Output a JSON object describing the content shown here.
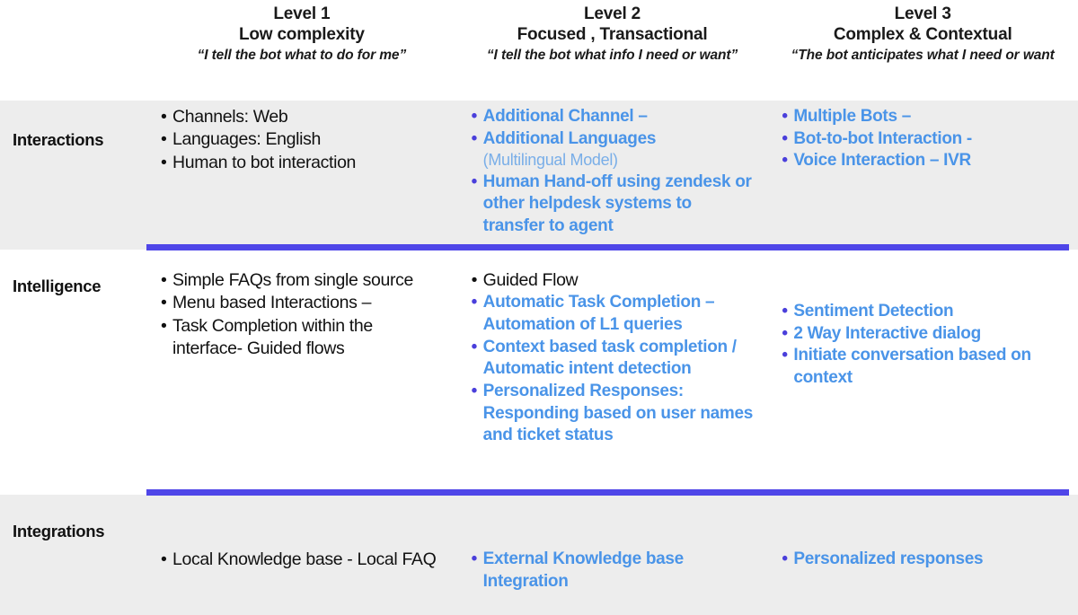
{
  "colors": {
    "divider": "#4f46e8",
    "band_background": "#ededed",
    "page_background": "#ffffff",
    "blue_text": "#4a94e8",
    "blue_bullet": "#4a3fdb",
    "light_blue_text": "#79aee8",
    "black_text": "#111111"
  },
  "header": {
    "columns": [
      {
        "level": "Level 1",
        "subtitle": "Low complexity",
        "quote": "“I tell the bot what to do for me”"
      },
      {
        "level": "Level 2",
        "subtitle": "Focused , Transactional",
        "quote": "“I tell the bot what info I need or want”"
      },
      {
        "level": "Level 3",
        "subtitle": "Complex & Contextual",
        "quote": "“The bot anticipates what I need or want"
      }
    ]
  },
  "rows": [
    {
      "label": "Interactions",
      "level1": [
        {
          "text": "Channels: Web",
          "style": "black"
        },
        {
          "text": "Languages: English",
          "style": "black"
        },
        {
          "text": "Human to bot interaction",
          "style": "black"
        }
      ],
      "level2": [
        {
          "text": "Additional Channel –",
          "style": "blue"
        },
        {
          "text": "Additional Languages",
          "style": "blue"
        },
        {
          "text": "(Multilingual Model)",
          "style": "subline"
        },
        {
          "text": "Human Hand-off using zendesk or other helpdesk systems to transfer to agent",
          "style": "blue"
        }
      ],
      "level3": [
        {
          "text": "Multiple Bots –",
          "style": "blue"
        },
        {
          "text": "Bot-to-bot Interaction -",
          "style": "blue"
        },
        {
          "text": "Voice Interaction – IVR",
          "style": "blue"
        }
      ]
    },
    {
      "label": "Intelligence",
      "level1": [
        {
          "text": "Simple FAQs  from single source",
          "style": "black"
        },
        {
          "text": "Menu based Interactions –",
          "style": "black"
        },
        {
          "text": "Task Completion within the interface-  Guided flows",
          "style": "black"
        }
      ],
      "level2": [
        {
          "text": "Guided Flow",
          "style": "black"
        },
        {
          "text": "Automatic Task Completion – Automation of L1 queries",
          "style": "blue"
        },
        {
          "text": "Context based task completion / Automatic intent detection",
          "style": "blue"
        },
        {
          "text": "Personalized Responses: Responding  based on user names and ticket status",
          "style": "blue"
        }
      ],
      "level3": [
        {
          "text": "Sentiment  Detection",
          "style": "blue"
        },
        {
          "text": "2 Way Interactive dialog",
          "style": "blue"
        },
        {
          "text": "Initiate conversation based on context",
          "style": "blue"
        }
      ]
    },
    {
      "label": "Integrations",
      "level1": [
        {
          "text": "Local Knowledge base - Local FAQ",
          "style": "black"
        }
      ],
      "level2": [
        {
          "text": "External Knowledge base Integration",
          "style": "blue"
        }
      ],
      "level3": [
        {
          "text": "Personalized responses",
          "style": "blue"
        }
      ]
    }
  ],
  "bullet_glyph": "•"
}
